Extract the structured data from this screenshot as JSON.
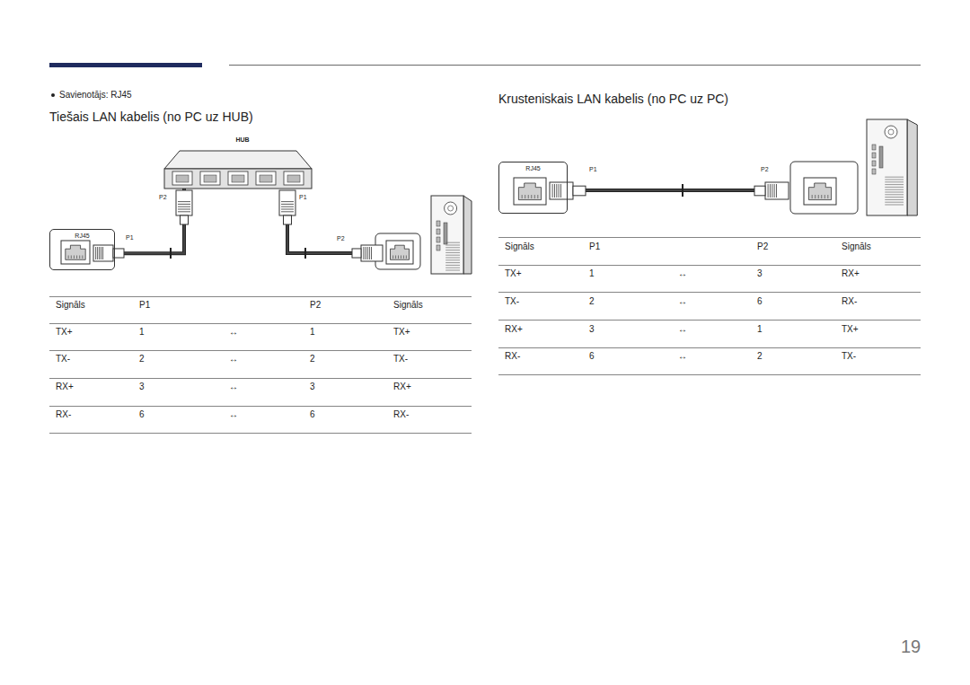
{
  "diagram": {
    "nodes": [
      {
        "text": [
          "HUB"
        ]
      },
      {
        "text": [
          "RJ45"
        ]
      },
      {
        "text": [
          "RJ45"
        ]
      }
    ],
    "edges": [
      {
        "from": 1,
        "to": 0,
        "arrow": "none"
      }
    ],
    "labels": [
      "Savienotājs: RJ45",
      "Tiešais LAN kabelis (no PC uz HUB)",
      "Krusteniskais LAN kabelis (no PC uz PC)",
      "P2",
      "P1",
      "P1",
      "P2",
      "P1",
      "P2",
      "Signāls",
      "P1",
      "P2",
      "Signāls",
      "TX+",
      "1",
      "↔",
      "1",
      "TX+",
      "TX-",
      "2",
      "↔",
      "2",
      "TX-",
      "RX+",
      "3",
      "↔",
      "3",
      "RX+",
      "RX-",
      "6",
      "↔",
      "6",
      "RX-",
      "Signāls",
      "P1",
      "P2",
      "Signāls",
      "TX+",
      "1",
      "↔",
      "3",
      "RX+",
      "TX-",
      "2",
      "↔",
      "6",
      "RX-",
      "RX+",
      "3",
      "↔",
      "1",
      "TX+",
      "RX-",
      "6",
      "↔",
      "2",
      "TX-",
      "19"
    ]
  }
}
